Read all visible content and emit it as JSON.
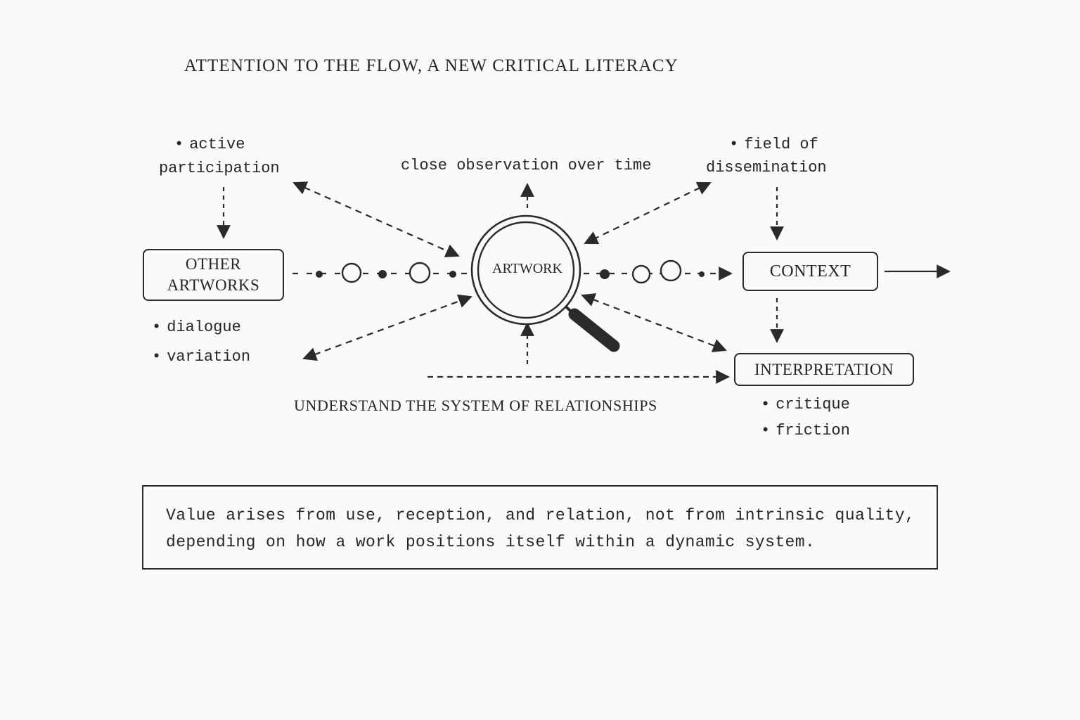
{
  "title": "ATTENTION  TO THE FLOW, A NEW CRITICAL LITERACY",
  "nodes": {
    "center": "ARTWORK",
    "other_artworks": [
      "OTHER",
      "ARTWORKS"
    ],
    "context": "CONTEXT",
    "interpretation": "INTERPRETATION"
  },
  "labels": {
    "active_participation": [
      "active",
      "participation"
    ],
    "close_observation": "close observation over  time",
    "field_of_dissemination": [
      "field of",
      "dissemination"
    ],
    "system_of_relationships": "UNDERSTAND  THE SYSTEM OF RELATIONSHIPS"
  },
  "bullets": {
    "other_artworks": [
      "dialogue",
      "variation"
    ],
    "interpretation": [
      "critique",
      "friction"
    ]
  },
  "icons": {
    "center": "magnifying-glass-icon"
  },
  "quote": {
    "line1": "Value arises from  use, reception, and relation, not from intrinsic quality,",
    "line2": "depending on how a work positions itself within a dynamic system."
  },
  "colors": {
    "background": "#fbfafa",
    "ink": "#262626"
  }
}
